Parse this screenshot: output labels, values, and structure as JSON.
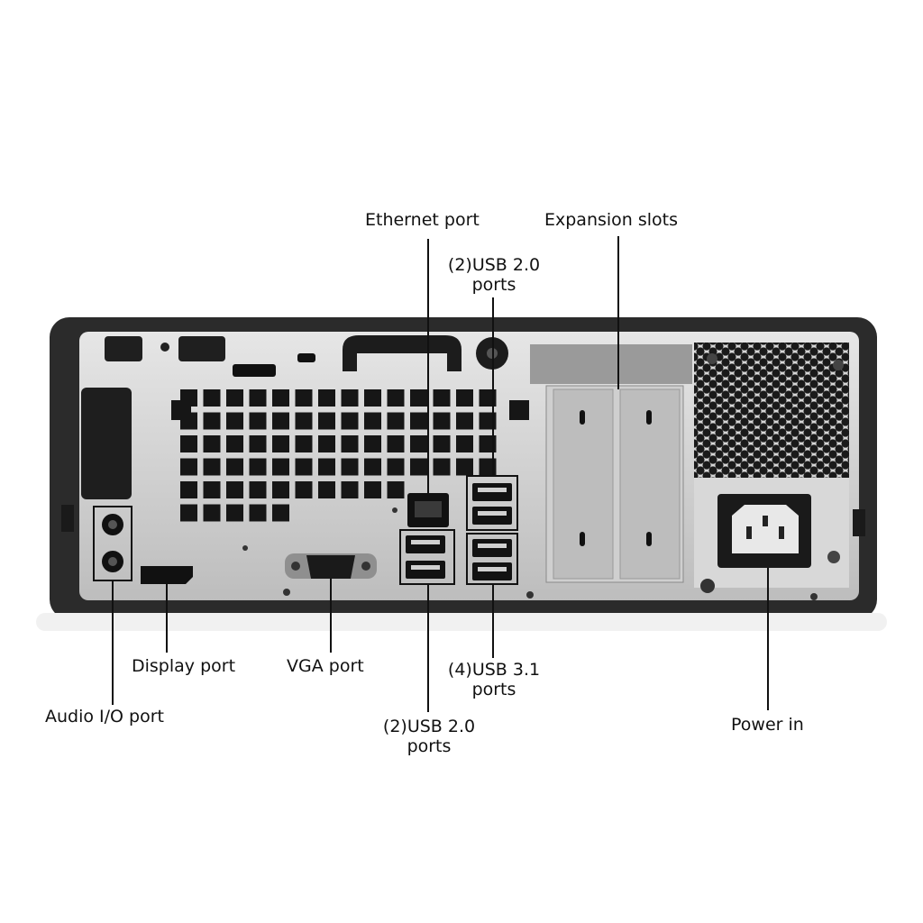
{
  "labels": {
    "ethernet": "Ethernet port",
    "expansion": "Expansion slots",
    "usb_top_line1": "(2)USB 2.0",
    "usb_top_line2": "ports",
    "display": "Display port",
    "vga": "VGA port",
    "usb31_line1": "(4)USB 3.1",
    "usb31_line2": "ports",
    "audio": "Audio I/O port",
    "usb_bottom_line1": "(2)USB 2.0",
    "usb_bottom_line2": "ports",
    "power": "Power in"
  },
  "colors": {
    "chassis_dark": "#2b2b2b",
    "panel_silver": "#c9c9c9",
    "panel_light": "#e4e4e4",
    "port_black": "#151515",
    "leader_line": "#111111"
  }
}
